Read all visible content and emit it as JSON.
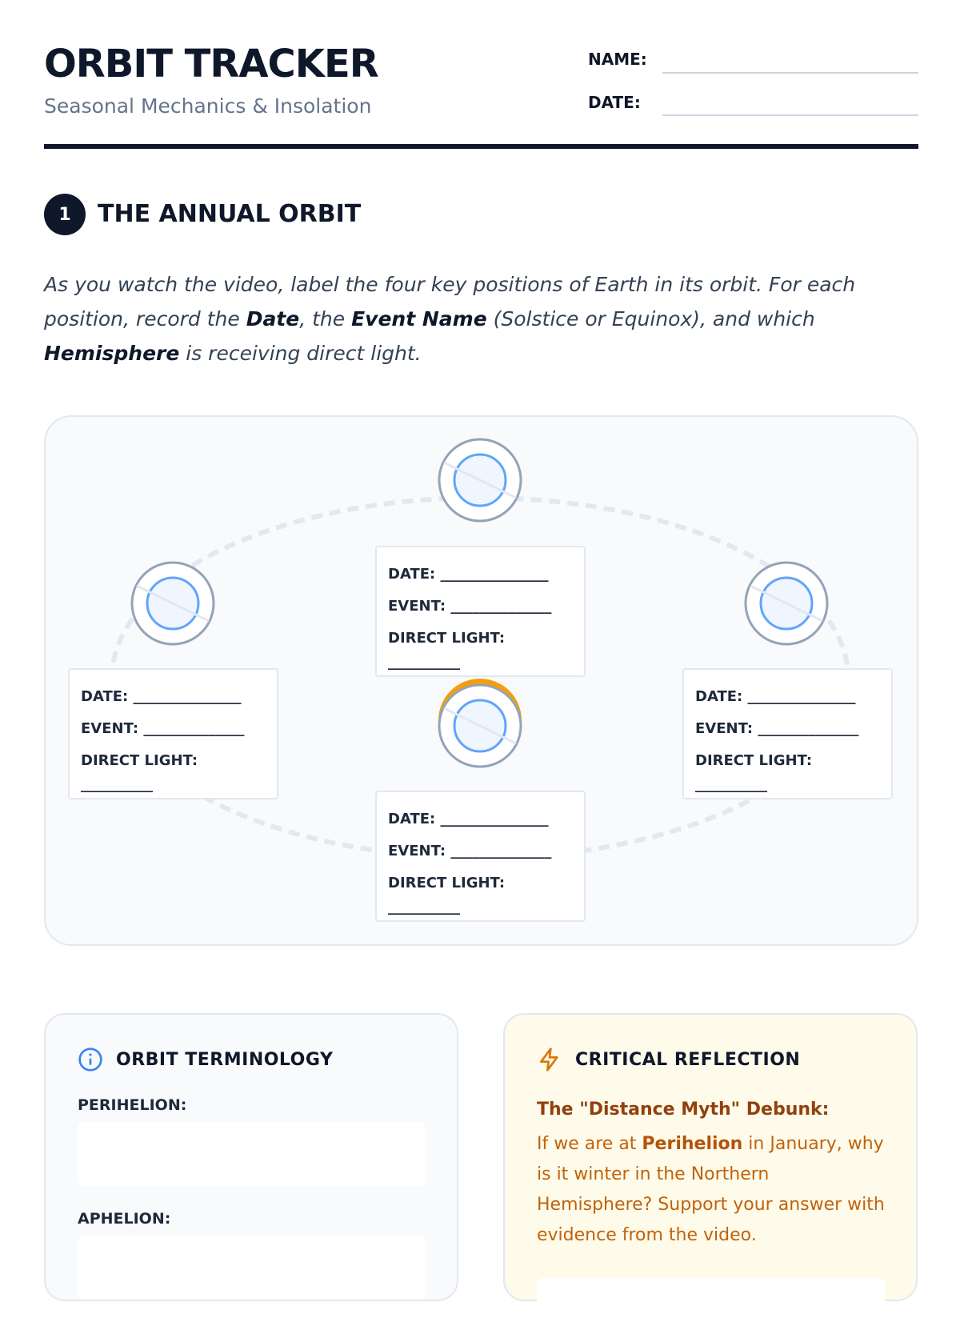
{
  "header": {
    "title": "ORBIT TRACKER",
    "subtitle": "Seasonal Mechanics & Insolation",
    "name_label": "NAME:",
    "date_label": "DATE:"
  },
  "section1": {
    "number": "1",
    "title": "THE ANNUAL ORBIT",
    "intro": {
      "p1": "As you watch the video, label the four key positions of Earth in its orbit. For each position, record the ",
      "b1": "Date",
      "p2": ", the ",
      "b2": "Event Name",
      "p3": " (Solstice or Equinox), and which ",
      "b3": "Hemisphere",
      "p4": " is receiving direct light."
    },
    "boxes": [
      {
        "date": "DATE: _______________",
        "event": "EVENT: ______________",
        "light": "DIRECT LIGHT:",
        "blank": "__________"
      },
      {
        "date": "DATE: _______________",
        "event": "EVENT: ______________",
        "light": "DIRECT LIGHT:",
        "blank": "__________"
      },
      {
        "date": "DATE: _______________",
        "event": "EVENT: ______________",
        "light": "DIRECT LIGHT:",
        "blank": "__________"
      },
      {
        "date": "DATE: _______________",
        "event": "EVENT: ______________",
        "light": "DIRECT LIGHT:",
        "blank": "__________"
      }
    ]
  },
  "terminology": {
    "title": "ORBIT TERMINOLOGY",
    "icon": "info-icon",
    "items": [
      {
        "label": "PERIHELION:"
      },
      {
        "label": "APHELION:"
      }
    ]
  },
  "reflection": {
    "title": "CRITICAL REFLECTION",
    "icon": "lightning-icon",
    "subtitle": "The \"Distance Myth\" Debunk:",
    "q1": "If we are at ",
    "qb": "Perihelion",
    "q2": " in January, why is it winter in the Northern Hemisphere? Support your answer with evidence from the video."
  },
  "colors": {
    "ink": "#0f172a",
    "accent": "#3b82f6",
    "sun": "#f59e0b",
    "reflection": "#c2620b"
  }
}
